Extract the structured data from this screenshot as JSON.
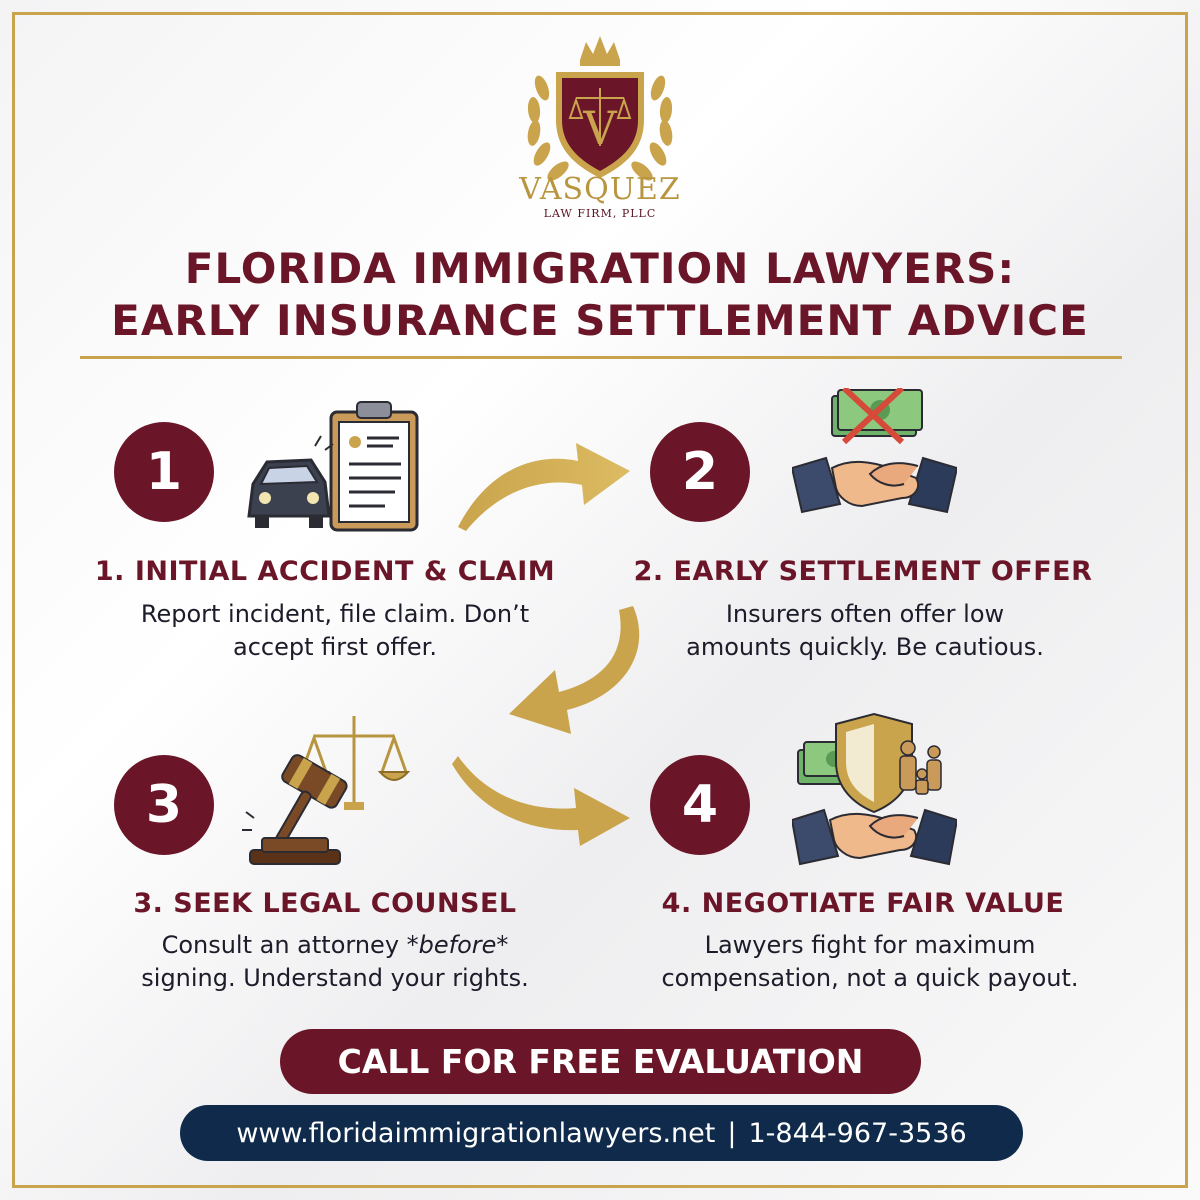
{
  "brand": {
    "name": "VASQUEZ",
    "subtitle": "LAW FIRM, PLLC",
    "logo_letter": "V"
  },
  "title": {
    "line1": "FLORIDA IMMIGRATION LAWYERS:",
    "line2": "EARLY INSURANCE SETTLEMENT ADVICE"
  },
  "steps": [
    {
      "number": "1",
      "title": "1. INITIAL ACCIDENT & CLAIM",
      "desc_line1": "Report incident, file claim. Don’t",
      "desc_line2": "accept first offer.",
      "icon": "car-crash-clipboard-icon"
    },
    {
      "number": "2",
      "title": "2. EARLY SETTLEMENT OFFER",
      "desc_line1": "Insurers often offer low",
      "desc_line2": "amounts quickly. Be cautious.",
      "icon": "handshake-no-money-icon"
    },
    {
      "number": "3",
      "title": "3. SEEK LEGAL COUNSEL",
      "desc_line1_a": "Consult an attorney ",
      "desc_line1_em": "*before*",
      "desc_line2": "signing. Understand your rights.",
      "icon": "gavel-scales-icon"
    },
    {
      "number": "4",
      "title": "4. NEGOTIATE FAIR VALUE",
      "desc_line1": "Lawyers fight for maximum",
      "desc_line2": "compensation, not a quick payout.",
      "icon": "shield-family-handshake-icon"
    }
  ],
  "cta": {
    "label": "CALL FOR FREE EVALUATION"
  },
  "contact": {
    "website": "www.floridaimmigrationlawyers.net",
    "separator": "|",
    "phone": "1-844-967-3536"
  },
  "colors": {
    "maroon": "#6b1628",
    "gold": "#c9a44c",
    "navy": "#0f2a4a"
  }
}
